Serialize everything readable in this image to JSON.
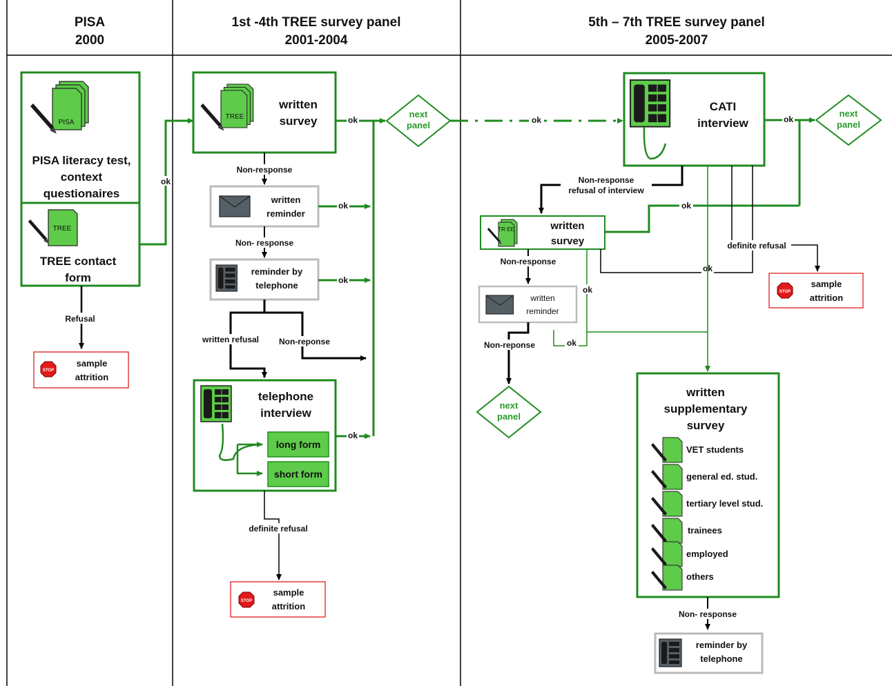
{
  "headers": [
    {
      "line1": "PISA",
      "line2": "2000"
    },
    {
      "line1": "1st -4th TREE survey panel",
      "line2": "2001-2004"
    },
    {
      "line1": "5th – 7th TREE survey panel",
      "line2": "2005-2007"
    }
  ],
  "pisa": {
    "test_icon_label": "PISA",
    "test_lines": [
      "PISA literacy test,",
      "context",
      "questionaires"
    ],
    "contact_icon_label": "TREE",
    "contact_lines": [
      "TREE contact",
      "form"
    ],
    "refusal": "Refusal",
    "attrition_lines": [
      "sample",
      "attrition"
    ],
    "stop": "STOP"
  },
  "panel1": {
    "survey_icon_label": "TREE",
    "survey_lines": [
      "written",
      "survey"
    ],
    "nonresponse1": "Non-response",
    "reminder_lines": [
      "written",
      "reminder"
    ],
    "nonresponse2": "Non- response",
    "phone_reminder_lines": [
      "reminder by",
      "telephone"
    ],
    "written_refusal": "written refusal",
    "non_reponse": "Non-reponse",
    "interview_lines": [
      "telephone",
      "interview"
    ],
    "long_form": "long form",
    "short_form": "short form",
    "definite_refusal": "definite refusal",
    "attrition_lines": [
      "sample",
      "attrition"
    ],
    "next_panel_lines": [
      "next",
      "panel"
    ]
  },
  "panel2": {
    "cati_lines": [
      "CATI",
      "interview"
    ],
    "next_panel_lines": [
      "next",
      "panel"
    ],
    "nonresponse_lines": [
      "Non-response",
      "refusal of interview"
    ],
    "survey_icon_label": "TR EE",
    "survey_lines": [
      "written",
      "survey"
    ],
    "nonresponse": "Non-response",
    "reminder_lines": [
      "written",
      "reminder"
    ],
    "non_reponse": "Non-reponse",
    "next_panel2_lines": [
      "next",
      "panel"
    ],
    "definite_refusal": "definite refusal",
    "attrition_lines": [
      "sample",
      "attrition"
    ],
    "supp_lines": [
      "written",
      "supplementary",
      "survey"
    ],
    "supp_items": [
      "VET students",
      "general ed. stud.",
      "tertiary level stud.",
      "trainees",
      "employed",
      "others"
    ],
    "supp_nonresponse": "Non- response",
    "phone_reminder_lines": [
      "reminder by",
      "telephone"
    ]
  },
  "ok": "ok",
  "colors": {
    "green": "#1f8a1f",
    "icon_green": "#5ecb4a",
    "gray_border": "#bbbbbb",
    "stop_red": "#e21a1a"
  }
}
